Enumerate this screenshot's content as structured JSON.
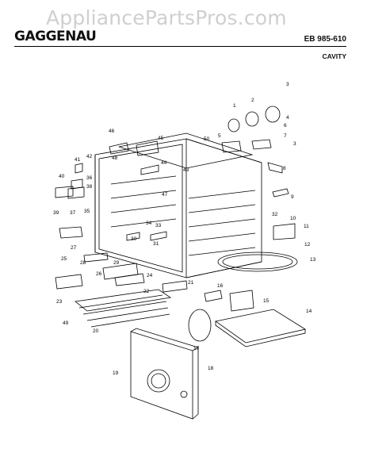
{
  "watermark": "AppliancePartsPros.com",
  "brand": "GAGGENAU",
  "model": "EB 985-610",
  "section": "CAVITY",
  "callouts": [
    "1",
    "2",
    "3",
    "4",
    "5",
    "6",
    "7",
    "8",
    "9",
    "10",
    "11",
    "12",
    "13",
    "14",
    "15",
    "16",
    "17",
    "18",
    "19",
    "20",
    "21",
    "22",
    "23",
    "24",
    "25",
    "26",
    "27",
    "28",
    "29",
    "30",
    "31",
    "32",
    "33",
    "34",
    "35",
    "36",
    "37",
    "38",
    "39",
    "40",
    "41",
    "42",
    "43",
    "44",
    "45",
    "46",
    "47",
    "48",
    "49",
    "50",
    "3"
  ]
}
